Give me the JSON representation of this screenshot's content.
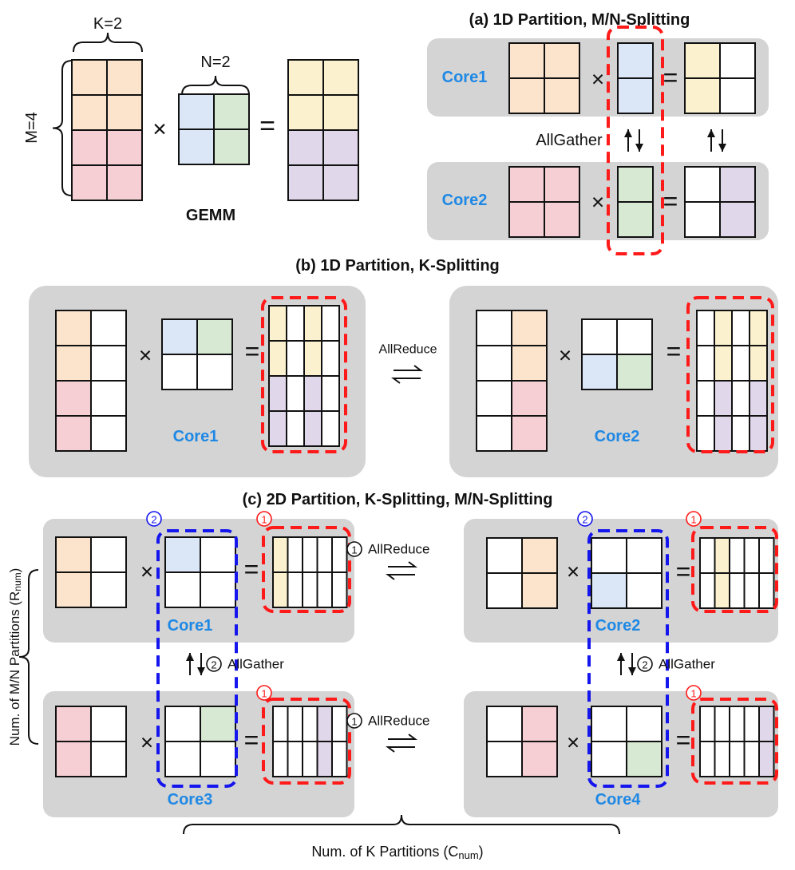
{
  "colors": {
    "orange": "#fbe3cc",
    "red": "#f5cfd3",
    "blue": "#dbe7f7",
    "green": "#d7e8d3",
    "yellow": "#fcf1cf",
    "purple": "#e1d7ea",
    "panel": "#d4d4d4",
    "core_label": "#1e88e5",
    "dash_red": "#ff1a1a",
    "dash_blue": "#1515ee"
  },
  "gemm": {
    "k_label": "K=2",
    "n_label": "N=2",
    "m_label": "M=4",
    "title": "GEMM",
    "times": "×",
    "equals": "="
  },
  "section_a": {
    "title": "(a) 1D Partition, M/N-Splitting",
    "core1": "Core1",
    "core2": "Core2",
    "comm": "AllGather"
  },
  "section_b": {
    "title": "(b) 1D Partition, K-Splitting",
    "core1": "Core1",
    "core2": "Core2",
    "comm": "AllReduce"
  },
  "section_c": {
    "title": "(c) 2D Partition, K-Splitting, M/N-Splitting",
    "core1": "Core1",
    "core2": "Core2",
    "core3": "Core3",
    "core4": "Core4",
    "allreduce": "AllReduce",
    "allgather": "AllGather",
    "step1": "1",
    "step2": "2",
    "y_axis_label": "Num. of M/N Partitions (R",
    "y_axis_sub": "num",
    "x_axis_label": "Num. of K Partitions (C",
    "x_axis_sub": "num",
    "paren_close": ")"
  }
}
